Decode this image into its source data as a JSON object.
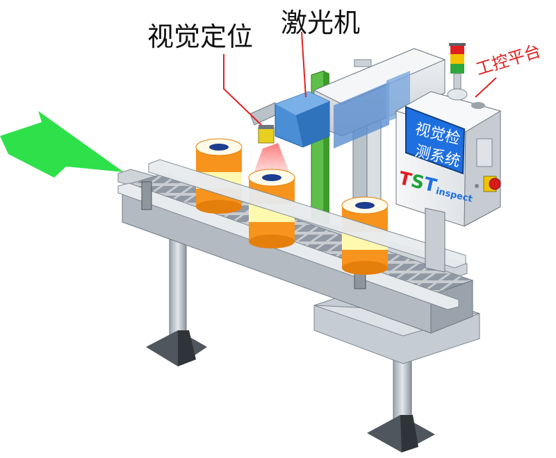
{
  "labels": {
    "vision_positioning": "视觉定位",
    "laser_machine": "激光机",
    "industrial_pc": "工控平台"
  },
  "screen": {
    "line1": "视觉检",
    "line2": "测系统"
  },
  "brand": {
    "t1": "T",
    "s": "S",
    "t2": "T",
    "suffix": "inspect"
  },
  "colors": {
    "arrow": "#2ee04a",
    "can_orange": "#f7941d",
    "can_band": "#fff9b0",
    "screen_blue": "#1e6fe0",
    "laser_blue": "#4a8fd6",
    "callout_red": "#e02020"
  },
  "icons": {
    "arrow": "direction-arrow-icon",
    "signal": "signal-tower-icon",
    "estop": "emergency-stop-icon"
  }
}
